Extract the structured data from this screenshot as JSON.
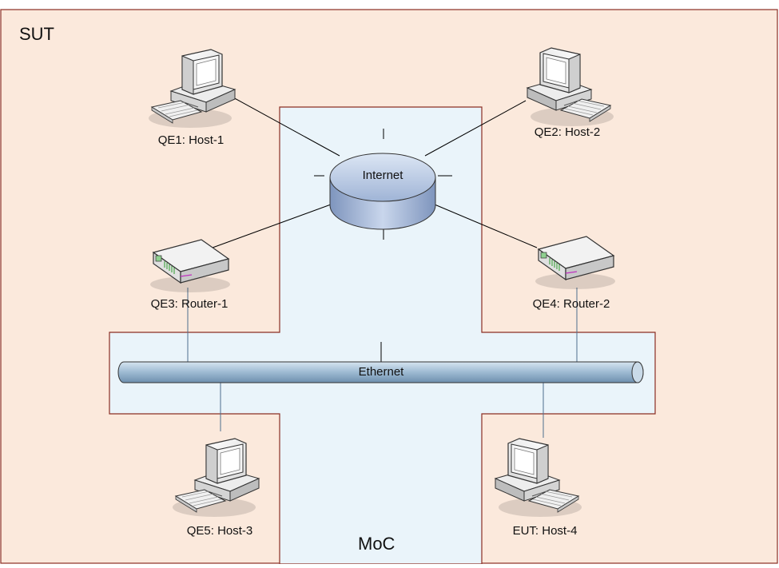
{
  "labels": {
    "sut": "SUT",
    "moc": "MoC",
    "internet": "Internet",
    "ethernet": "Ethernet",
    "host1": "QE1: Host-1",
    "host2": "QE2: Host-2",
    "router1": "QE3: Router-1",
    "router2": "QE4: Router-2",
    "host3": "QE5: Host-3",
    "host4": "EUT: Host-4"
  },
  "colors": {
    "sut_fill": "#FBE9DC",
    "moc_fill": "#EAF4FA",
    "border": "#8B2E23",
    "cloud_fill": "#A8BCDA",
    "bus_fill": "#A9C4DA"
  },
  "icons": {
    "host1": "desktop-computer-icon",
    "host2": "desktop-computer-icon",
    "host3": "desktop-computer-icon",
    "host4": "desktop-computer-icon",
    "router1": "router-icon",
    "router2": "router-icon",
    "internet": "internet-cylinder-icon",
    "ethernet": "ethernet-bus-icon"
  }
}
